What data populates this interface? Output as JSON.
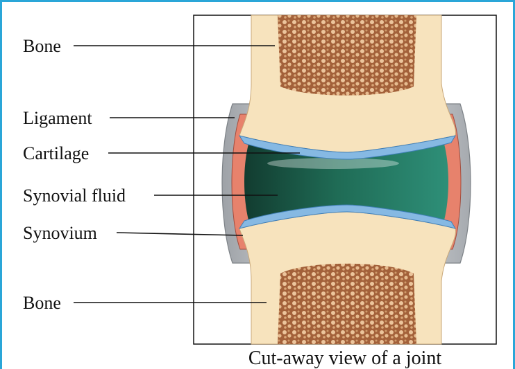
{
  "labels": {
    "bone_top": "Bone",
    "ligament": "Ligament",
    "cartilage": "Cartilage",
    "synovial_fluid": "Synovial fluid",
    "synovium": "Synovium",
    "bone_bottom": "Bone"
  },
  "caption": "Cut-away view of a joint",
  "colors": {
    "frame_border": "#2aa6d8",
    "bone": "#f7e3bd",
    "marrow": "#9a5a35",
    "cartilage": "#86b9e3",
    "synovium": "#e7826c",
    "ligament": "#d7d9dc",
    "synovial_fluid": "#1f6b55"
  }
}
